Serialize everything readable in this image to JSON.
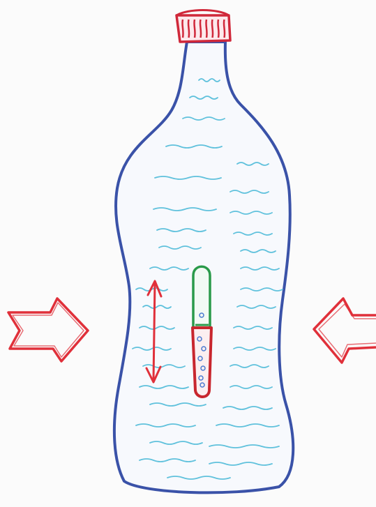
{
  "colors": {
    "paper": "#fbfbfb",
    "bottle_outline": "#3a52a8",
    "bottle_fill": "#f7f9fd",
    "cap_outline": "#d0283a",
    "cap_fill": "#fde9ec",
    "water_lines": "#5fc1dc",
    "diver_top": "#2a9a4a",
    "diver_bottom": "#c8262e",
    "diver_dots": "#4a7ad0",
    "motion_arrow": "#e0303a",
    "press_arrows": "#e0303a"
  },
  "icons": {
    "bottle": "plastic-bottle",
    "cap": "bottle-cap",
    "diver": "cartesian-diver-pipette",
    "motion": "double-headed-vertical-arrow",
    "left_press": "right-pointing-hollow-arrow",
    "right_press": "left-pointing-hollow-arrow"
  }
}
